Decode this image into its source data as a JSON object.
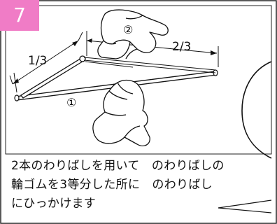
{
  "step": {
    "number": "7",
    "badge_color": "#f07cc6"
  },
  "diagram": {
    "label_one_third": "1/3",
    "label_two_thirds": "2/3",
    "marker_1": "①",
    "marker_2": "②"
  },
  "caption": {
    "line1": "2本のわりばしを用いて　のわりばしの",
    "line2": "輪ゴムを3等分した所に　のわりばし",
    "line3": "にひっかけます"
  }
}
